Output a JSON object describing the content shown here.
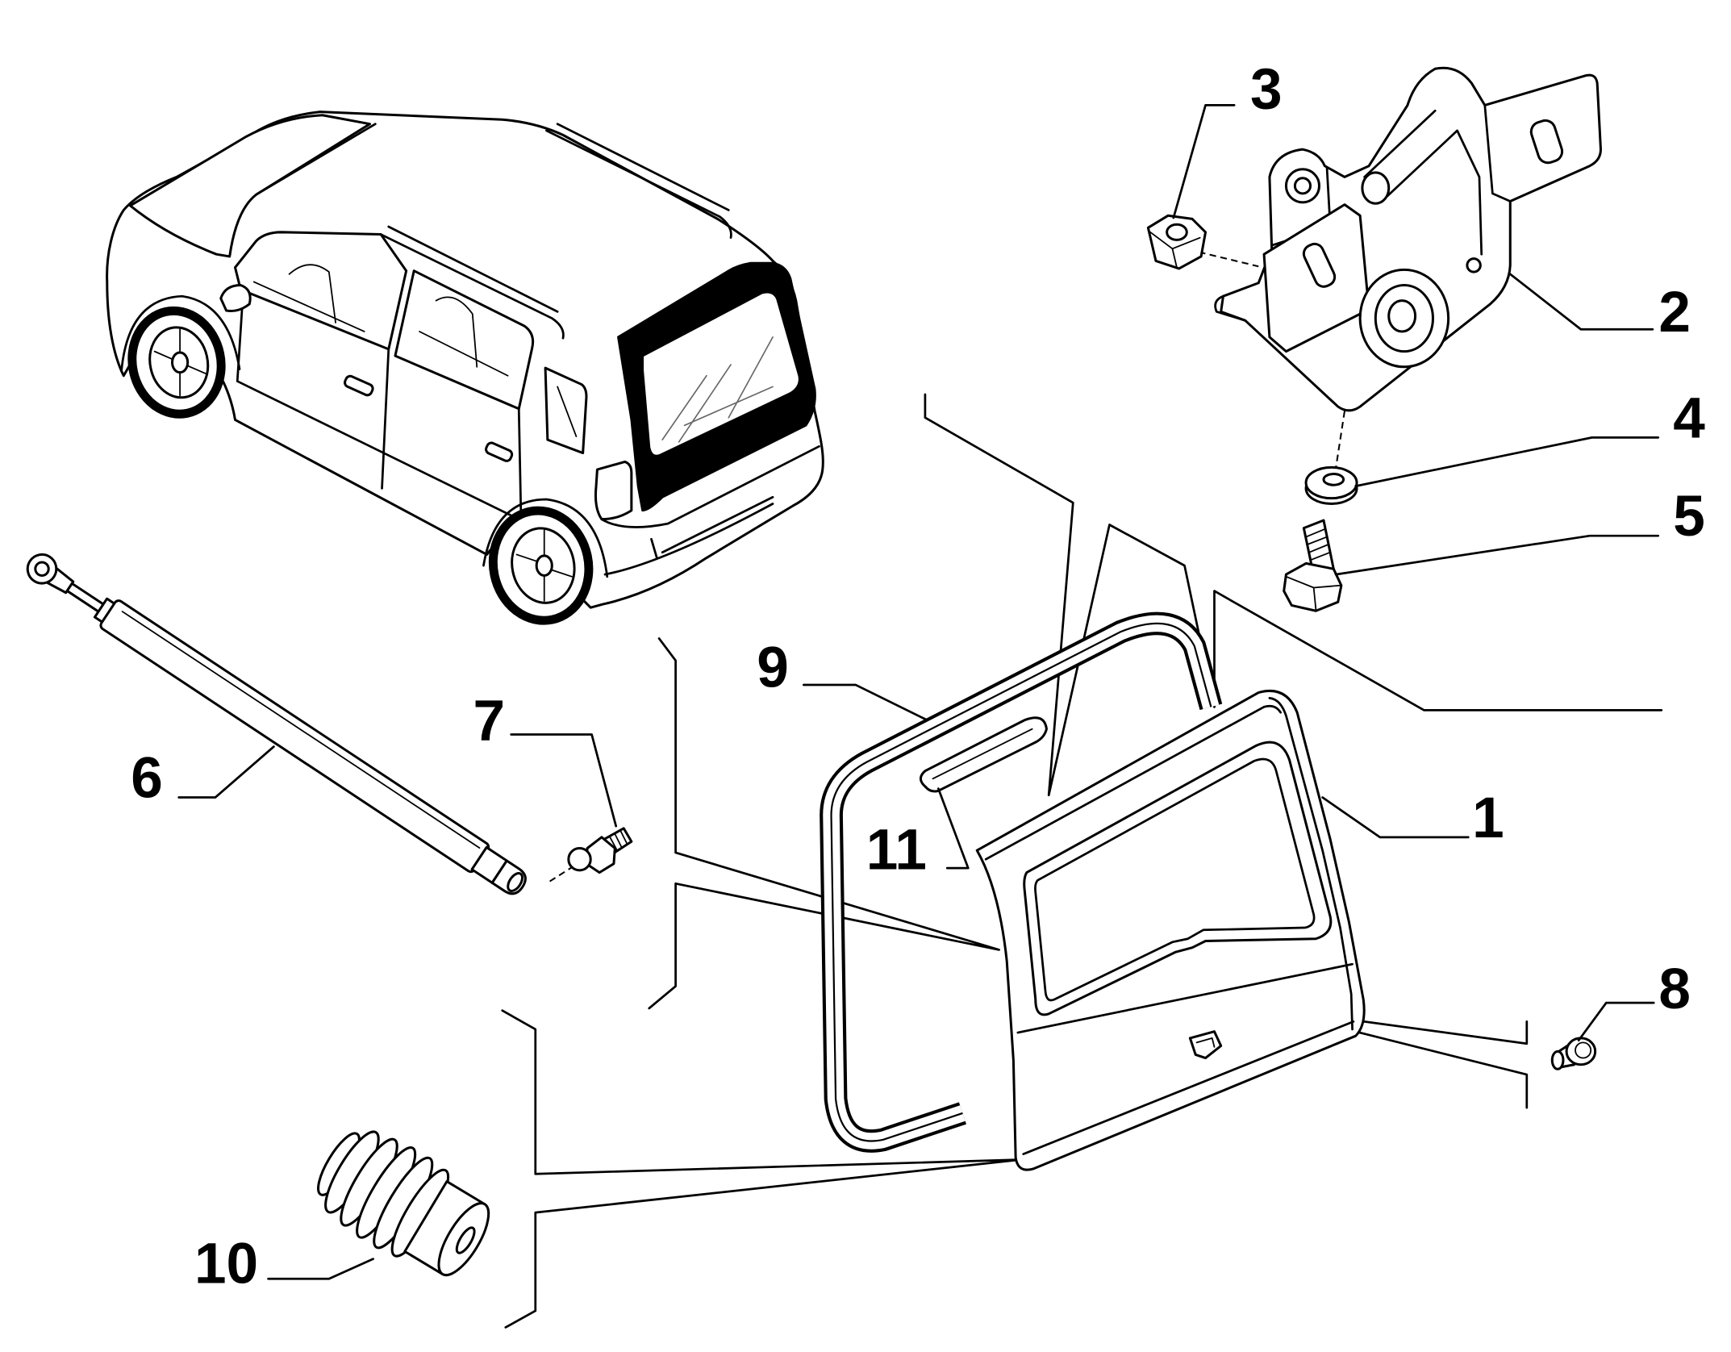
{
  "diagram": {
    "callouts": [
      "1",
      "2",
      "3",
      "4",
      "5",
      "6",
      "7",
      "8",
      "9",
      "10",
      "11"
    ]
  },
  "colors": {
    "line": "#000000",
    "background": "#ffffff"
  }
}
